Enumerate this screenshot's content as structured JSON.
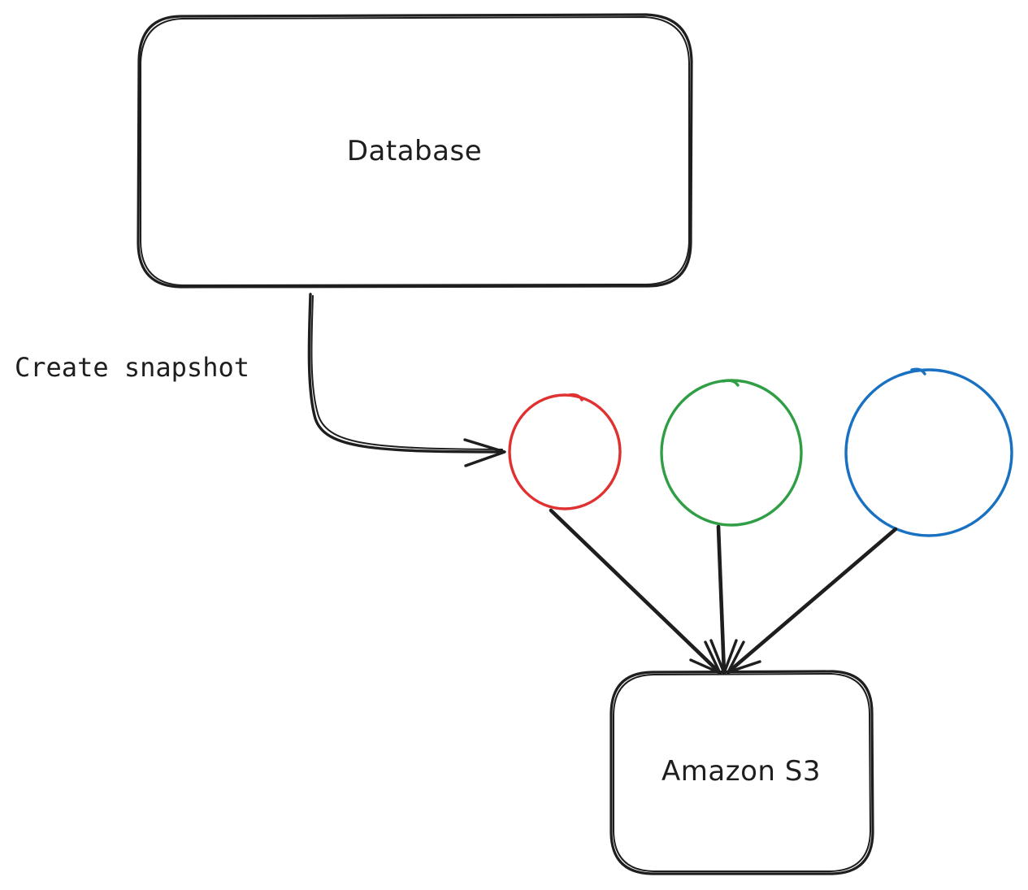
{
  "diagram": {
    "nodes": {
      "database": {
        "label": "Database"
      },
      "s3": {
        "label": "Amazon S3"
      },
      "snapshots": [
        {
          "color": "#e03131"
        },
        {
          "color": "#2f9e44"
        },
        {
          "color": "#1971c2"
        }
      ]
    },
    "edges": {
      "create_snapshot": {
        "label": "Create snapshot"
      }
    },
    "colors": {
      "stroke": "#1e1e1e",
      "background": "#ffffff"
    }
  }
}
